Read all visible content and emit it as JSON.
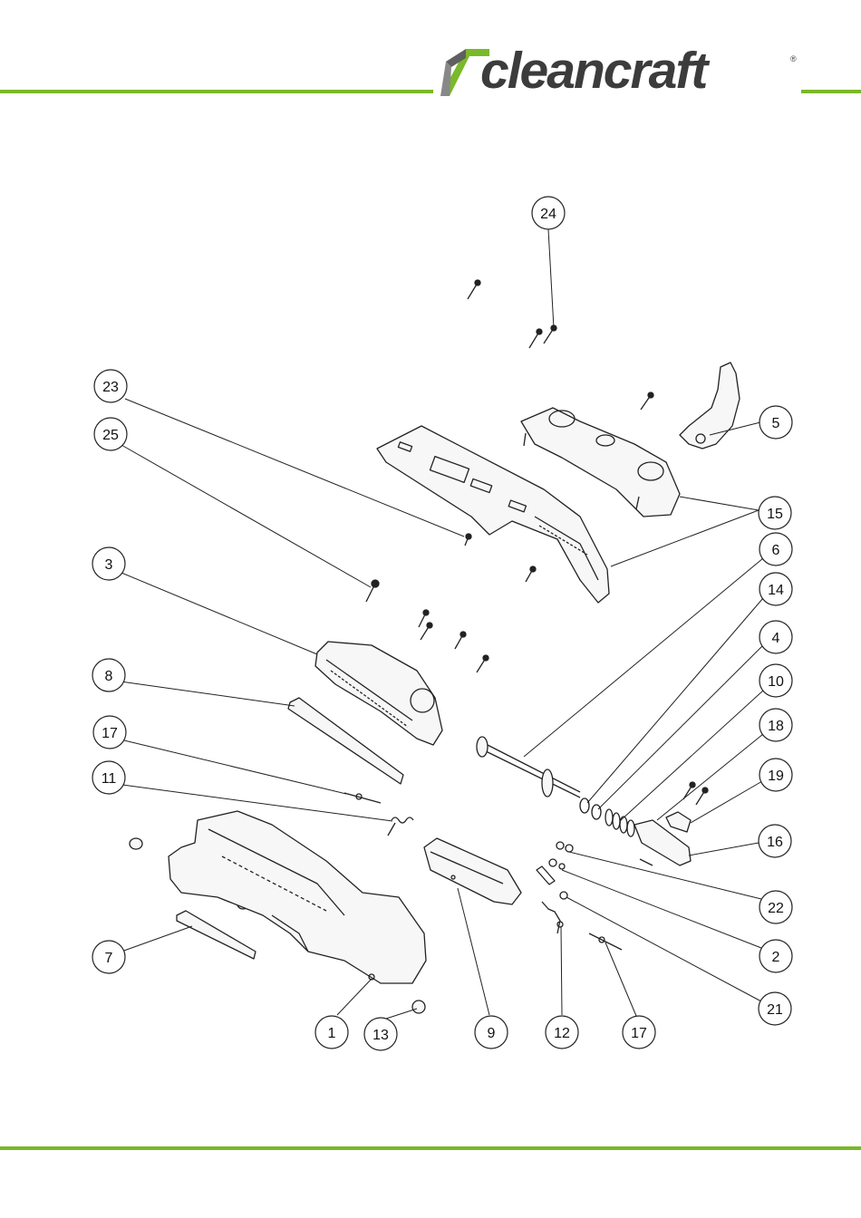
{
  "brand": {
    "name": "cleancraft",
    "registered": "®",
    "accent_color": "#7ab929",
    "text_color": "#3c3c3c"
  },
  "callouts": [
    {
      "label": "24"
    },
    {
      "label": "23"
    },
    {
      "label": "25"
    },
    {
      "label": "5"
    },
    {
      "label": "15"
    },
    {
      "label": "6"
    },
    {
      "label": "3"
    },
    {
      "label": "14"
    },
    {
      "label": "4"
    },
    {
      "label": "8"
    },
    {
      "label": "10"
    },
    {
      "label": "18"
    },
    {
      "label": "17"
    },
    {
      "label": "19"
    },
    {
      "label": "11"
    },
    {
      "label": "16"
    },
    {
      "label": "22"
    },
    {
      "label": "7"
    },
    {
      "label": "2"
    },
    {
      "label": "21"
    },
    {
      "label": "1"
    },
    {
      "label": "13"
    },
    {
      "label": "9"
    },
    {
      "label": "12"
    },
    {
      "label": "17"
    }
  ]
}
